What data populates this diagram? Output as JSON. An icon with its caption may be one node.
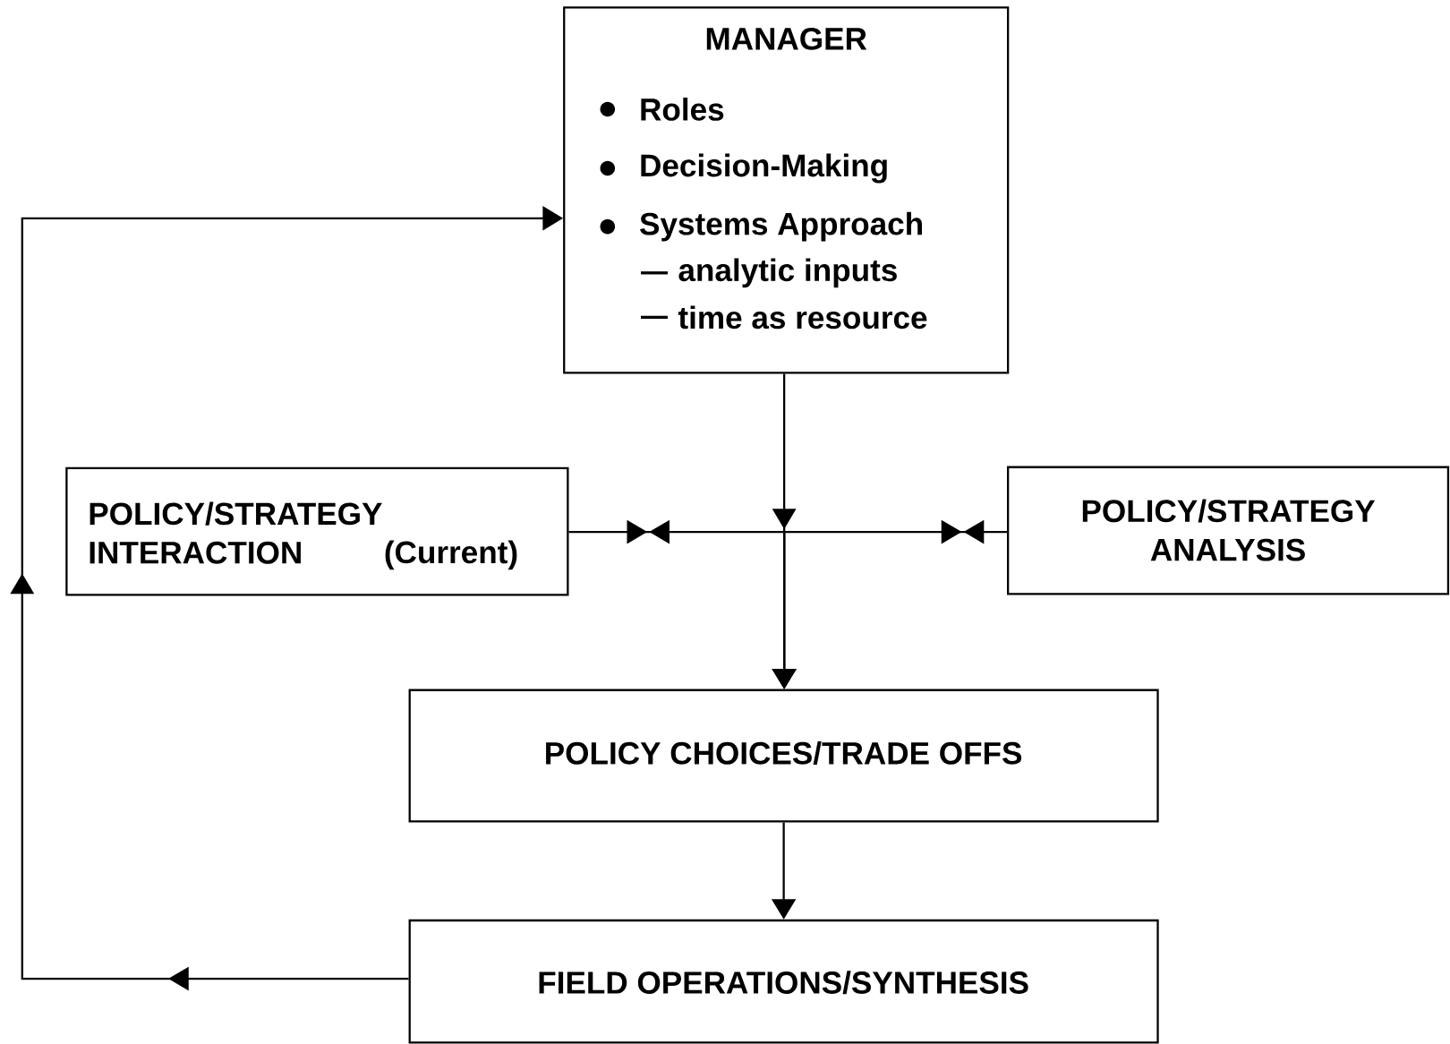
{
  "diagram": {
    "nodes": [
      {
        "text": [
          "MANAGER",
          "Roles",
          "Decision-Making",
          "Systems Approach",
          "analytic inputs",
          "time as resource"
        ]
      },
      {
        "text": [
          "POLICY/STRATEGY INTERACTION",
          "(Current)"
        ]
      },
      {
        "text": [
          "POLICY/STRATEGY ANALYSIS"
        ]
      },
      {
        "text": [
          "POLICY CHOICES/TRADE OFFS"
        ]
      },
      {
        "text": [
          "FIELD OPERATIONS/SYNTHESIS"
        ]
      }
    ],
    "edges": [
      {
        "from": 0,
        "to": 3,
        "arrow": "to"
      },
      {
        "from": 1,
        "to": 3,
        "arrow": "to"
      },
      {
        "from": 2,
        "to": 3,
        "arrow": "to"
      },
      {
        "from": 3,
        "to": 4,
        "arrow": "to"
      },
      {
        "from": 4,
        "to": 0,
        "arrow": "to"
      }
    ]
  }
}
